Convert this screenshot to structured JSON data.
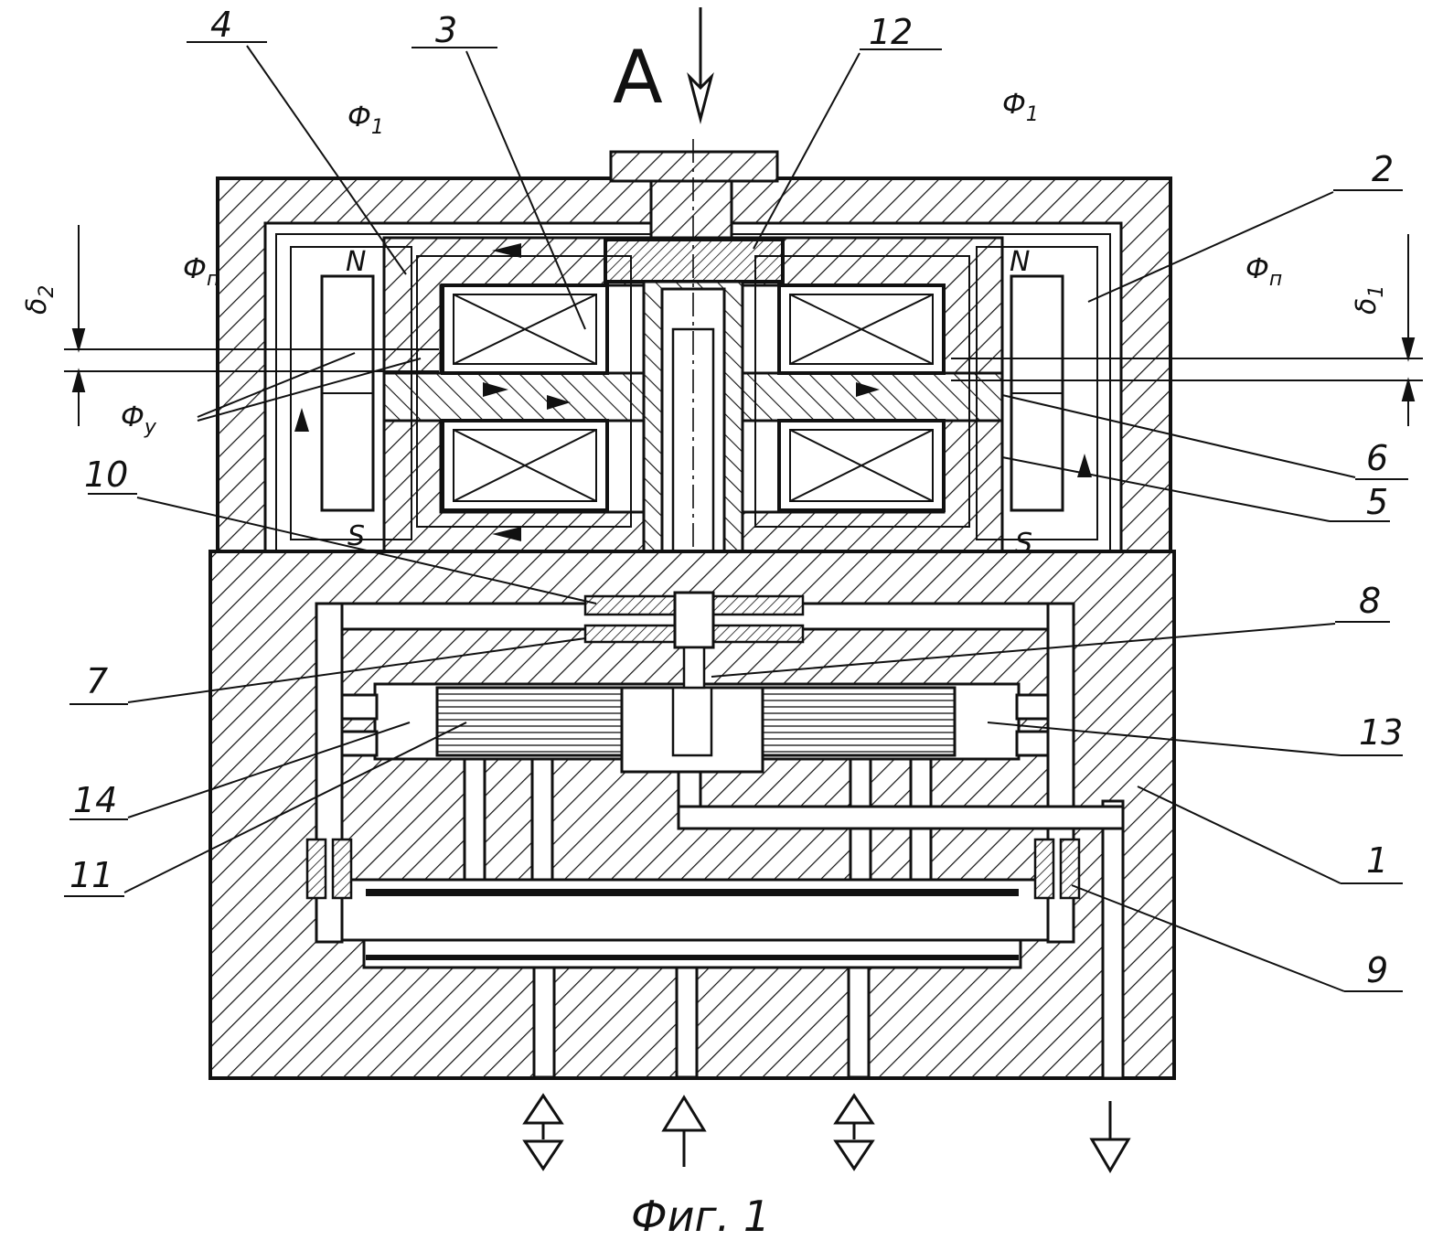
{
  "figure": {
    "caption": "Фиг. 1",
    "view_label": "A",
    "part_numbers": [
      "1",
      "2",
      "3",
      "4",
      "5",
      "6",
      "7",
      "8",
      "9",
      "10",
      "11",
      "12",
      "13",
      "14"
    ],
    "flux_labels": {
      "phi": "Ф",
      "sub_1": "1",
      "sub_p": "п",
      "sub_y": "у"
    },
    "gap_labels": {
      "delta": "δ",
      "sub_1": "1",
      "sub_2": "2"
    },
    "pole_labels": {
      "north": "N",
      "south": "S"
    }
  }
}
